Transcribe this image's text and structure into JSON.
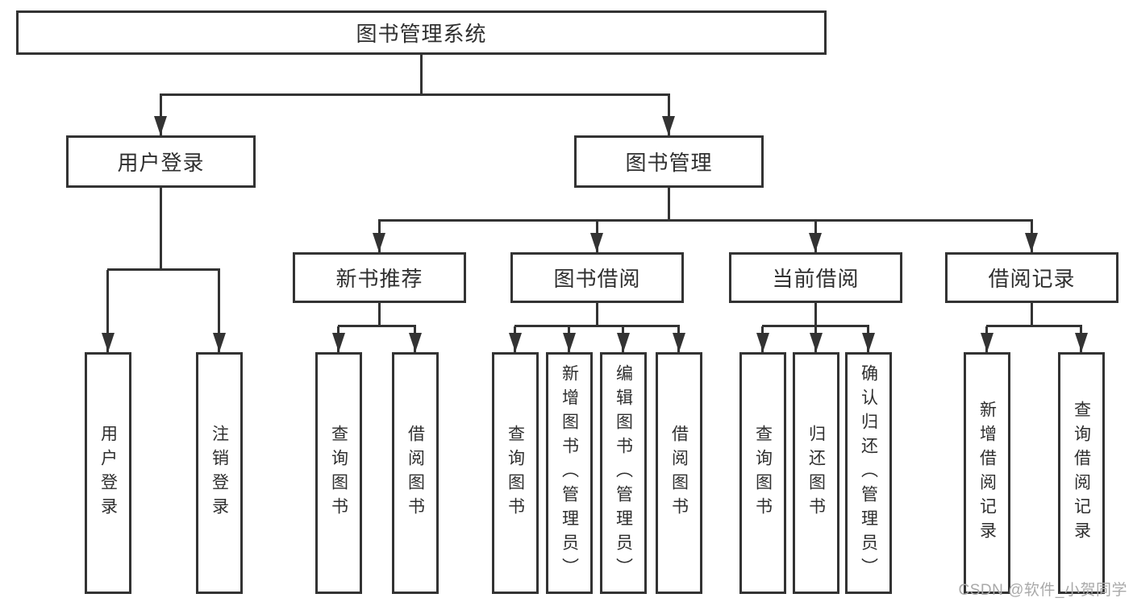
{
  "diagram": {
    "title": "图书管理系统",
    "level2": {
      "user_login": "用户登录",
      "book_mgmt": "图书管理"
    },
    "level3": {
      "new_book_rec": "新书推荐",
      "book_borrow": "图书借阅",
      "current_borrow": "当前借阅",
      "borrow_records": "借阅记录"
    },
    "leaves": {
      "user_login": "用户登录",
      "logout": "注销登录",
      "rec_query_book": "查询图书",
      "rec_borrow_book": "借阅图书",
      "bb_query_book": "查询图书",
      "bb_add_book": "新增图书（管理员）",
      "bb_edit_book": "编辑图书（管理员）",
      "bb_borrow_book": "借阅图书",
      "cb_query_book": "查询图书",
      "cb_return_book": "归还图书",
      "cb_confirm_return": "确认归还（管理员）",
      "br_add_record": "新增借阅记录",
      "br_query_record": "查询借阅记录"
    }
  },
  "watermark": "CSDN @软件_小贺同学",
  "colors": {
    "line": "#333333",
    "box_background": "#ffffff",
    "text": "#2f2f2f",
    "watermark": "#a9a9a9"
  }
}
